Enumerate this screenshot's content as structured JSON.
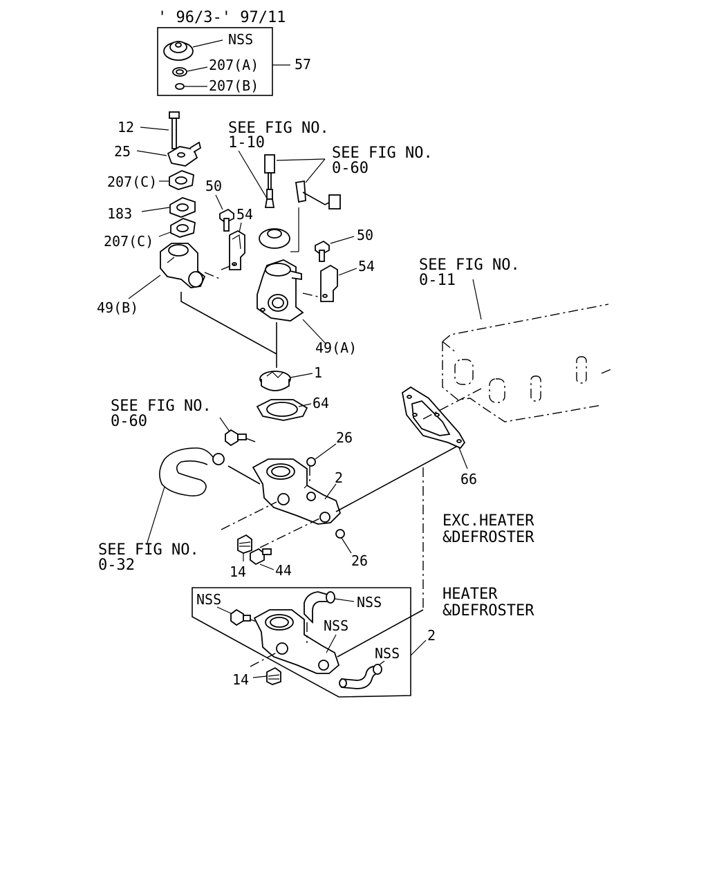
{
  "header": {
    "date_range": "' 96/3-' 97/11"
  },
  "labels": {
    "nss_top": "NSS",
    "p207a": "207(A)",
    "p207b": "207(B)",
    "p57": "57",
    "p12": "12",
    "p25": "25",
    "p207c_1": "207(C)",
    "p183": "183",
    "p207c_2": "207(C)",
    "p49b": "49(B)",
    "p50_a": "50",
    "p54_a": "54",
    "see_1_10_line1": "SEE FIG NO.",
    "see_1_10_line2": "1-10",
    "see_0_60_a_line1": "SEE FIG NO.",
    "see_0_60_a_line2": "0-60",
    "p50_b": "50",
    "p54_b": "54",
    "p49a": "49(A)",
    "see_0_11_line1": "SEE FIG NO.",
    "see_0_11_line2": "0-11",
    "p1": "1",
    "p64": "64",
    "see_0_60_b_line1": "SEE FIG NO.",
    "see_0_60_b_line2": "0-60",
    "p26_a": "26",
    "p2_a": "2",
    "p66": "66",
    "exc_line1": "EXC.HEATER",
    "exc_line2": "&DEFROSTER",
    "see_0_32_line1": "SEE FIG NO.",
    "see_0_32_line2": "0-32",
    "p14_a": "14",
    "p44": "44",
    "p26_b": "26",
    "heater_line1": "HEATER",
    "heater_line2": "&DEFROSTER",
    "nss_b1": "NSS",
    "nss_b2": "NSS",
    "nss_b3": "NSS",
    "nss_b4": "NSS",
    "p2_b": "2",
    "p14_b": "14"
  }
}
